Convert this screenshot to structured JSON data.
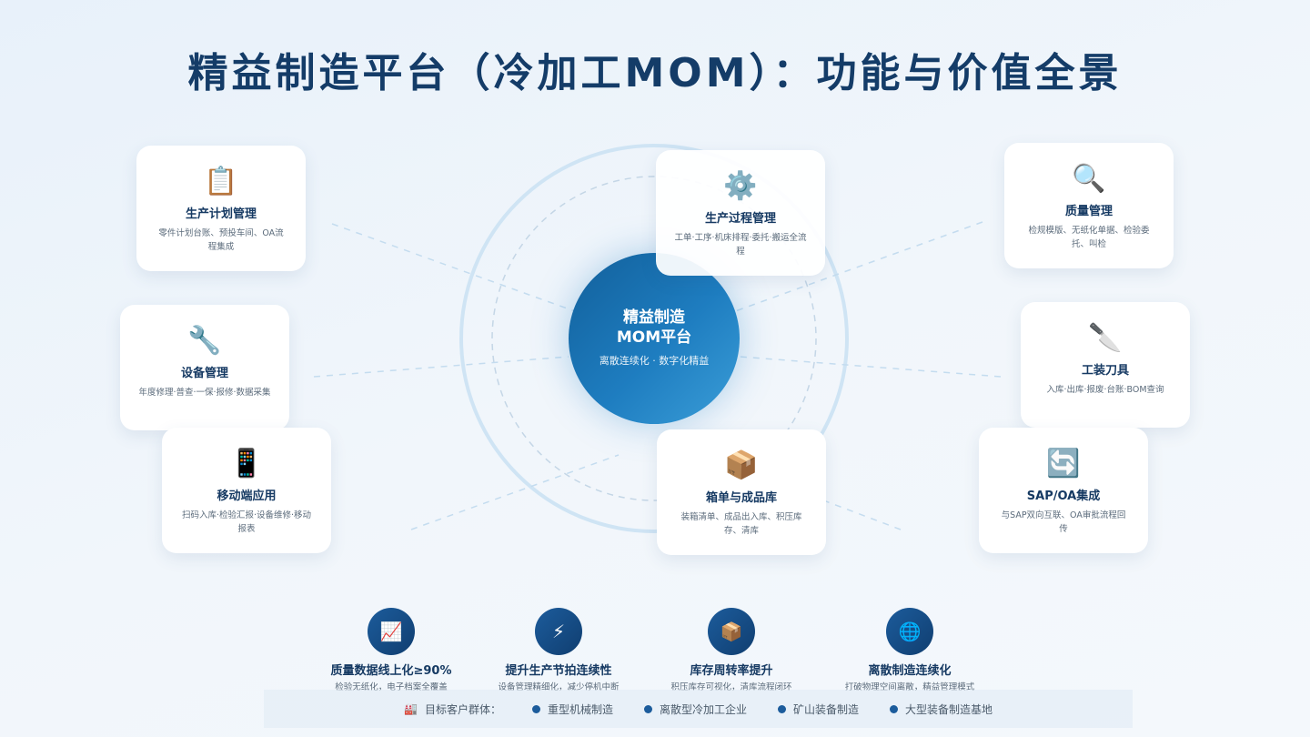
{
  "title": "精益制造平台（冷加工MOM）：功能与价值全景",
  "hub": {
    "line1": "精益制造",
    "line2": "MOM平台",
    "sub": "离散连续化 · 数字化精益"
  },
  "modules": [
    {
      "icon": "📋",
      "title": "生产计划管理",
      "desc": "零件计划台账、预投车间、OA流程集成"
    },
    {
      "icon": "🔧",
      "title": "设备管理",
      "desc": "年度修理·普查·一保·报修·数据采集"
    },
    {
      "icon": "📱",
      "title": "移动端应用",
      "desc": "扫码入库·检验汇报·设备维修·移动报表"
    },
    {
      "icon": "⚙️",
      "title": "生产过程管理",
      "desc": "工单·工序·机床排程·委托·搬运全流程"
    },
    {
      "icon": "📦",
      "title": "箱单与成品库",
      "desc": "装箱清单、成品出入库、积压库存、清库"
    },
    {
      "icon": "🔍",
      "title": "质量管理",
      "desc": "检规模版、无纸化单据、检验委托、叫检"
    },
    {
      "icon": "🔪",
      "title": "工装刀具",
      "desc": "入库·出库·报废·台账·BOM查询"
    },
    {
      "icon": "🔄",
      "title": "SAP/OA集成",
      "desc": "与SAP双向互联、OA审批流程回传"
    }
  ],
  "metrics": [
    {
      "icon": "📈",
      "title": "质量数据线上化≥90%",
      "desc": "检验无纸化，电子档案全覆盖"
    },
    {
      "icon": "⚡",
      "title": "提升生产节拍连续性",
      "desc": "设备管理精细化，减少停机中断"
    },
    {
      "icon": "📦",
      "title": "库存周转率提升",
      "desc": "积压库存可视化，清库流程闭环"
    },
    {
      "icon": "🌐",
      "title": "离散制造连续化",
      "desc": "打破物理空间离散，精益管理模式"
    }
  ],
  "customers": {
    "icon": "🏭",
    "label": "目标客户群体：",
    "items": [
      "重型机械制造",
      "离散型冷加工企业",
      "矿山装备制造",
      "大型装备制造基地"
    ]
  }
}
